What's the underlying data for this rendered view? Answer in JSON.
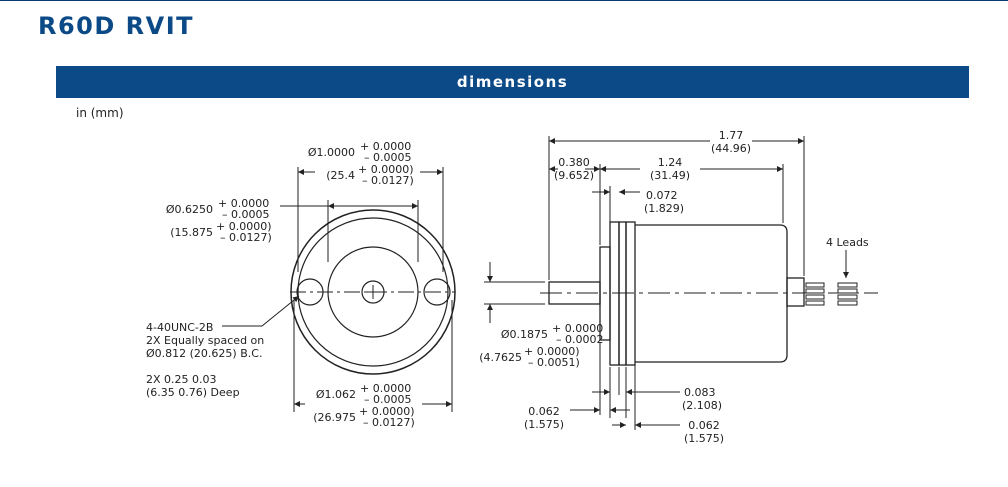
{
  "header": {
    "title": "R60D RVIT"
  },
  "section": {
    "title": "dimensions"
  },
  "units": "in (mm)",
  "front_view": {
    "d1": {
      "prefix": "Ø1.0000",
      "tol_plus": "+ 0.0000",
      "tol_minus": "– 0.0005",
      "mm_prefix": "(25.4",
      "mm_plus": "+ 0.0000)",
      "mm_minus": "– 0.0127)"
    },
    "d2": {
      "prefix": "Ø0.6250",
      "tol_plus": "+ 0.0000",
      "tol_minus": "– 0.0005",
      "mm_prefix": "(15.875",
      "mm_plus": "+ 0.0000)",
      "mm_minus": "– 0.0127)"
    },
    "d3": {
      "prefix": "Ø1.062",
      "tol_plus": "+ 0.0000",
      "tol_minus": "– 0.0005",
      "mm_prefix": "(26.975",
      "mm_plus": "+ 0.0000)",
      "mm_minus": "– 0.0127)"
    },
    "thread_note": [
      "4-40UNC-2B",
      "2X Equally spaced on",
      "Ø0.812 (20.625) B.C."
    ],
    "depth_note": [
      "2X 0.25  0.03",
      "(6.35  0.76) Deep"
    ]
  },
  "side_view": {
    "overall": {
      "in": "1.77",
      "mm": "(44.96)"
    },
    "shaft_len": {
      "in": "0.380",
      "mm": "(9.652)"
    },
    "body_len": {
      "in": "1.24",
      "mm": "(31.49)"
    },
    "flange_gap": {
      "in": "0.072",
      "mm": "(1.829)"
    },
    "leads": "4 Leads",
    "shaft_dia": {
      "prefix": "Ø0.1875",
      "tol_plus": "+ 0.0000",
      "tol_minus": "– 0.0002",
      "mm_prefix": "(4.7625",
      "mm_plus": "+ 0.0000)",
      "mm_minus": "– 0.0051)"
    },
    "dim_083": {
      "in": "0.083",
      "mm": "(2.108)"
    },
    "dim_062a": {
      "in": "0.062",
      "mm": "(1.575)"
    },
    "dim_062b": {
      "in": "0.062",
      "mm": "(1.575)"
    }
  }
}
